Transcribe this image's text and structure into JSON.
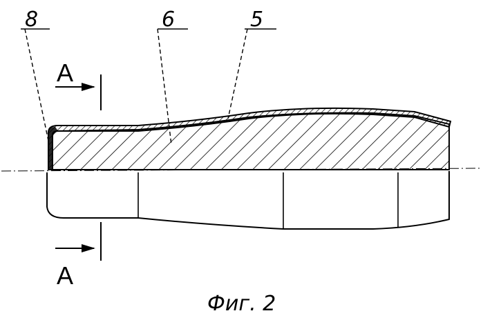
{
  "figure": {
    "caption": "Фиг. 2",
    "callouts": {
      "label_8": "8",
      "label_6": "6",
      "label_5": "5"
    },
    "section_marks": {
      "top": "A",
      "bottom": "A"
    }
  },
  "colors": {
    "ink": "#000000",
    "paper": "#ffffff"
  }
}
